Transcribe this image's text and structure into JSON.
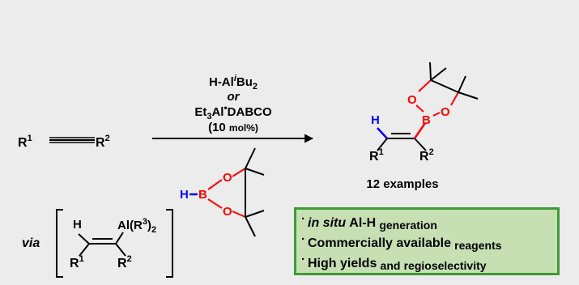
{
  "colors": {
    "background": "#ececec",
    "box_fill": "#c6e0b4",
    "box_border": "#3d9b35",
    "boron_red": "#ff0000",
    "hydride_blue": "#0000ff"
  },
  "reactant": {
    "r1": "R",
    "r1_sup": "1",
    "r2": "R",
    "r2_sup": "2"
  },
  "conditions": {
    "line1_pre": "H-Al",
    "line1_i": "i",
    "line1_post": "Bu",
    "line1_sub": "2",
    "or": "or",
    "line3_a": "Et",
    "line3_sub": "3",
    "line3_b": "Al",
    "line3_dot": "•",
    "line3_c": "DABCO",
    "loading_a": "(10",
    "loading_b": "mol%)"
  },
  "reagent": {
    "h": "H",
    "b": "B",
    "o1": "O",
    "o2": "O"
  },
  "product": {
    "h": "H",
    "b": "B",
    "o1": "O",
    "o2": "O",
    "r1": "R",
    "r1_sup": "1",
    "r2": "R",
    "r2_sup": "2",
    "examples": "12 examples"
  },
  "intermediate": {
    "via": "via",
    "h": "H",
    "al": "Al(R",
    "al_sup": "3",
    "al_close": ")",
    "al_sub": "2",
    "r1": "R",
    "r1_sup": "1",
    "r2": "R",
    "r2_sup": "2"
  },
  "highlights": [
    {
      "a": "in situ",
      "b": "Al-H",
      "c": "generation"
    },
    {
      "a": "Commercially available",
      "b": "reagents"
    },
    {
      "a": "High yields",
      "b": "and",
      "c": "regioselectivity"
    }
  ],
  "bullet": "."
}
